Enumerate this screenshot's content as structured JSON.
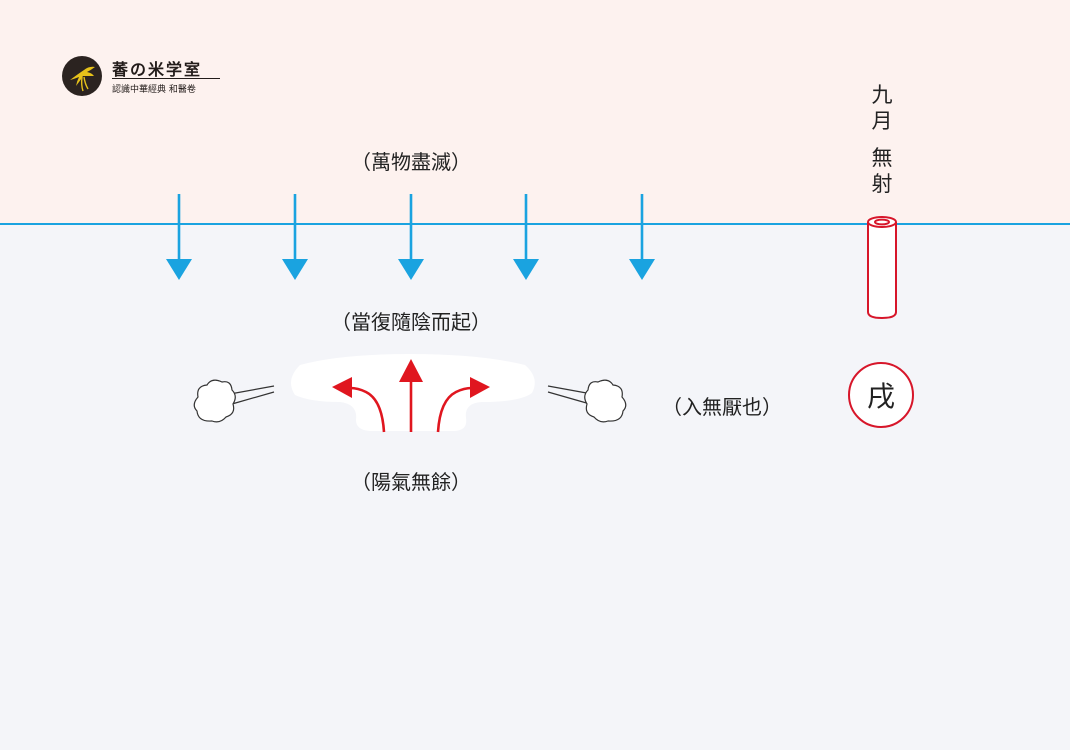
{
  "logo": {
    "title": "萫の米学室",
    "subtitle": "認識中華經典 和醫卷",
    "icon": "bird-emblem-icon"
  },
  "labels": {
    "top": "（萬物盡滅）",
    "middle": "（當復隨陰而起）",
    "bottom": "（陽氣無餘）",
    "right": "（入無厭也）"
  },
  "side": {
    "month": "九月",
    "pitch": "無射",
    "branch": "戌"
  },
  "colors": {
    "sky": "#fdf2ef",
    "ground": "#f4f5f9",
    "horizon": "#1aa3e0",
    "down_arrow": "#1aa3e0",
    "up_arrow": "#e0161f",
    "pipe": "#d7162a"
  },
  "icons": {
    "down_arrows": "arrow-down-icon",
    "up_arrows": "arrow-up-icon",
    "wind": "wind-puff-icon",
    "pipe": "pitch-pipe-icon"
  }
}
